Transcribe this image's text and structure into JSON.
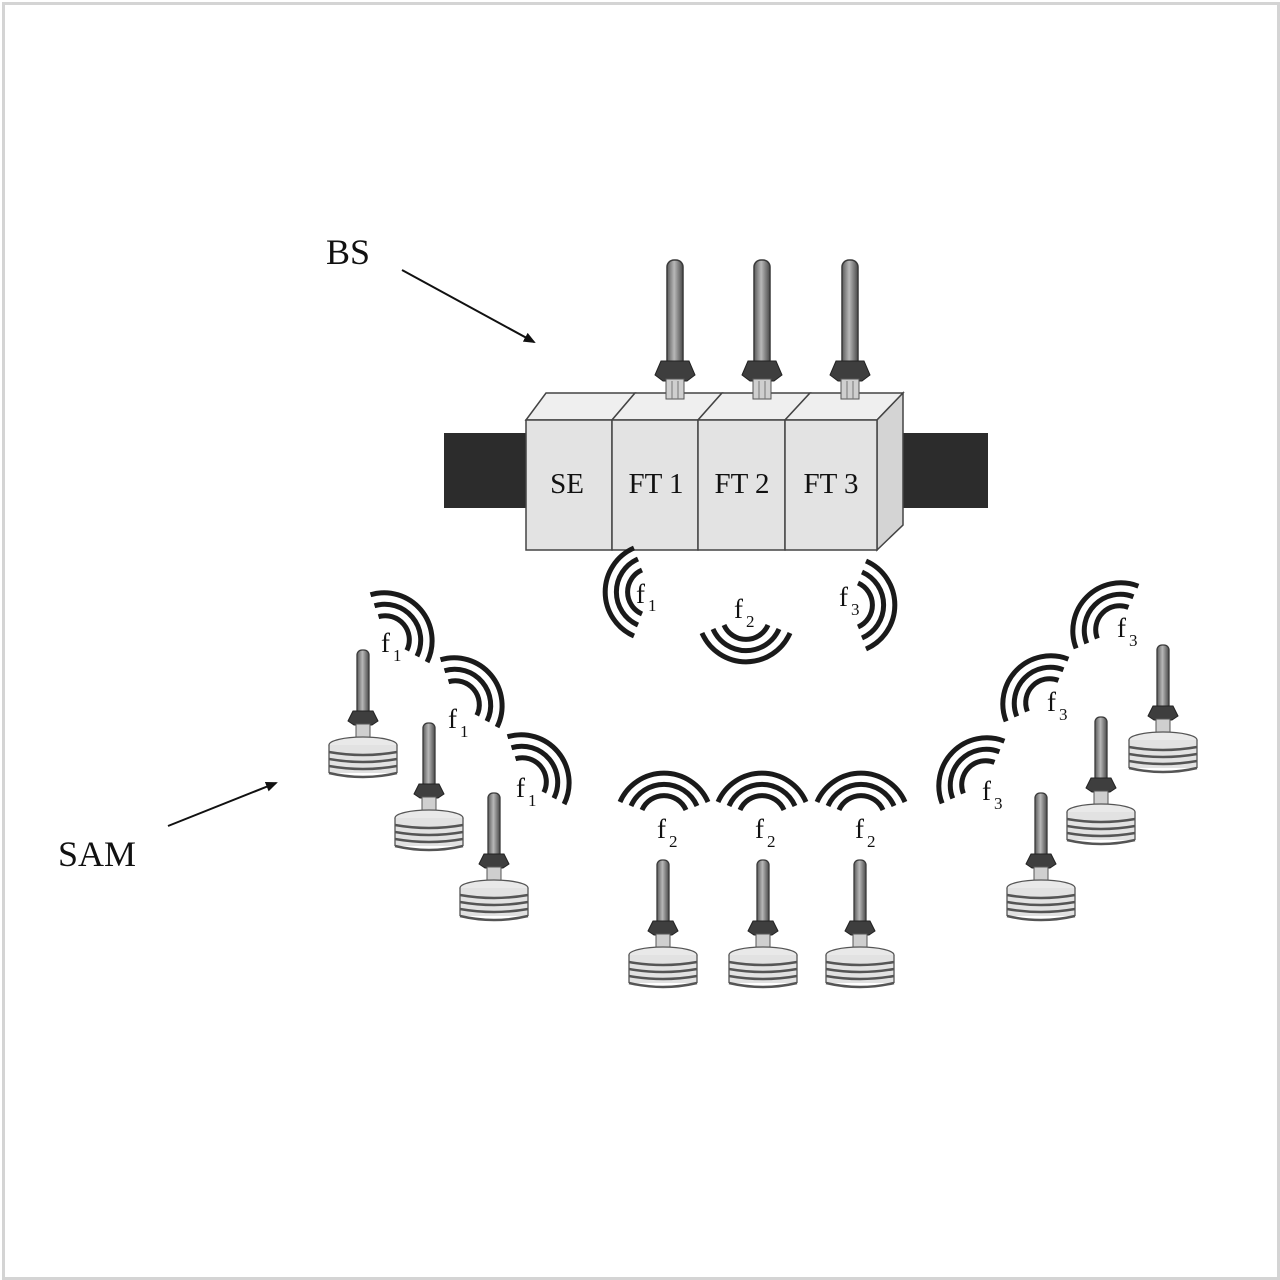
{
  "labels": {
    "base_station": "BS",
    "subscriber_modules": "SAM"
  },
  "modules": [
    "SE",
    "FT 1",
    "FT 2",
    "FT 3"
  ],
  "frequencies": {
    "f1": {
      "base": "f",
      "sub": "1"
    },
    "f2": {
      "base": "f",
      "sub": "2"
    },
    "f3": {
      "base": "f",
      "sub": "3"
    }
  },
  "colors": {
    "box_fill": "#e3e3e3",
    "box_top": "#eeeeee",
    "box_side": "#d0d0d0",
    "bar": "#2c2c2c",
    "antenna": "#777777",
    "wave": "#1a1a1a"
  }
}
